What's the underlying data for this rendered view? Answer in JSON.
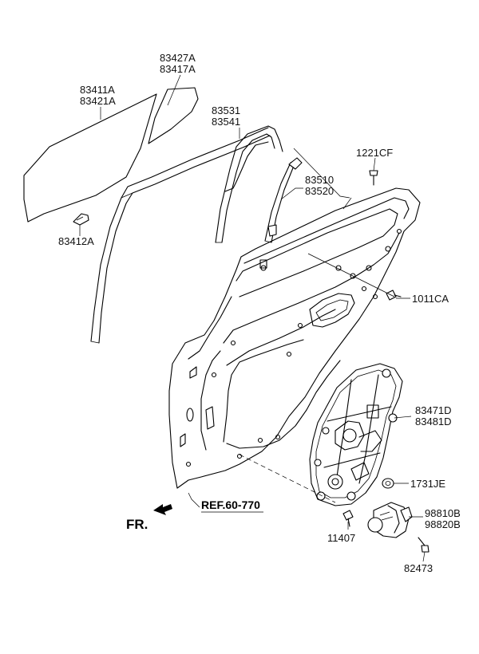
{
  "labels": {
    "glass_part_a": "83427A",
    "glass_part_b": "83417A",
    "door_glass_a": "83411A",
    "door_glass_b": "83421A",
    "channel_a": "83531",
    "channel_b": "83541",
    "run_a": "83510",
    "run_b": "83520",
    "bolt_top": "1221CF",
    "clip": "83412A",
    "bolt_mid": "1011CA",
    "regulator_a": "83471D",
    "regulator_b": "83481D",
    "grommet": "1731JE",
    "ref": "REF.60-770",
    "front": "FR.",
    "bolt_low": "11407",
    "motor_a": "98810B",
    "motor_b": "98820B",
    "screw": "82473"
  }
}
